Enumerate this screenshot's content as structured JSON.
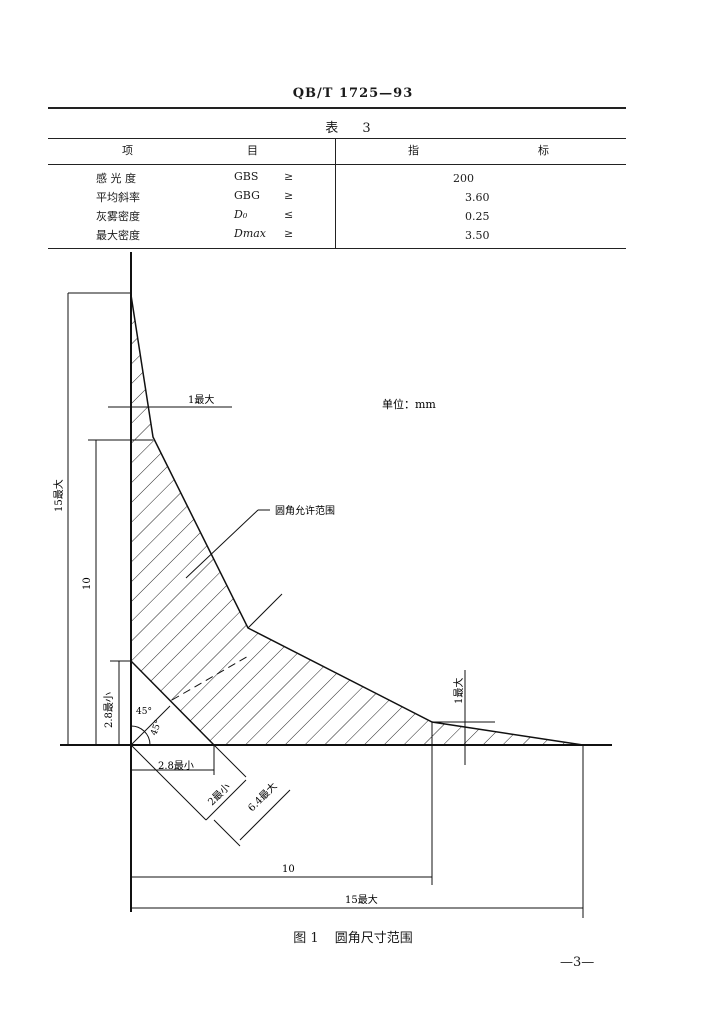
{
  "header": {
    "standard_code": "QB/T 1725—93"
  },
  "table": {
    "title": "表 3",
    "col_item": "项",
    "col_mid": "目",
    "col_value_a": "指",
    "col_value_b": "标",
    "rows": [
      {
        "name": "感 光 度",
        "symbol": "GBS",
        "op": "≥",
        "value": "200"
      },
      {
        "name": "平均斜率",
        "symbol": "GBG",
        "op": "≥",
        "value": "3.60"
      },
      {
        "name": "灰雾密度",
        "symbol": "D₀",
        "op": "≤",
        "value": "0.25"
      },
      {
        "name": "最大密度",
        "symbol": "Dmax",
        "op": "≥",
        "value": "3.50"
      }
    ]
  },
  "figure": {
    "unit_label": "单位：mm",
    "range_label": "圆角允许范围",
    "dims": {
      "top_1max": "1最大",
      "left_15max": "15最大",
      "left_10": "10",
      "left_2_8min": "2.8最小",
      "angle_45": "45°",
      "angle_45b": "45°",
      "bottom_2_8min": "2.8最小",
      "diag_2min": "2最小",
      "diag_6_4max": "6.4最大",
      "right_1max": "1最大",
      "bottom_10": "10",
      "bottom_15max": "15最大"
    },
    "caption_num": "图 1",
    "caption_text": "圆角尺寸范围"
  },
  "page_number": "—3—"
}
